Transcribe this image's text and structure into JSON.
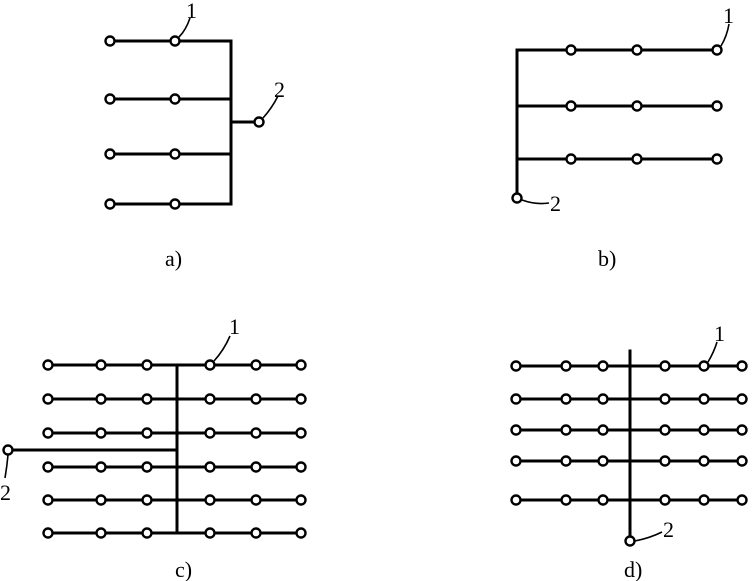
{
  "figures": [
    {
      "id": "a",
      "caption": "a)",
      "labels": [
        "1",
        "2"
      ]
    },
    {
      "id": "b",
      "caption": "b)",
      "labels": [
        "1",
        "2"
      ]
    },
    {
      "id": "c",
      "caption": "c)",
      "labels": [
        "1",
        "2"
      ]
    },
    {
      "id": "d",
      "caption": "d)",
      "labels": [
        "1",
        "2"
      ]
    }
  ]
}
